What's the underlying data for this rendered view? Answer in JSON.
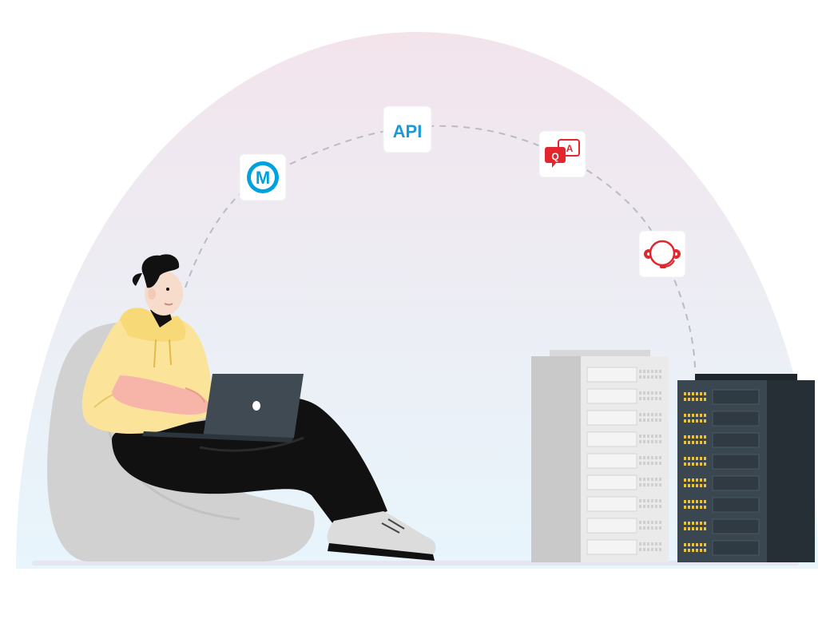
{
  "orbit_icons": [
    {
      "name": "mulesoft-icon",
      "glyph": "M"
    },
    {
      "name": "api-icon",
      "label": "API"
    },
    {
      "name": "qa-icon",
      "glyph_q": "Q",
      "glyph_a": "A"
    },
    {
      "name": "support-headset-icon"
    }
  ],
  "colors": {
    "dome_top": "#f1e6ee",
    "dome_bottom": "#eaf4fb",
    "mulesoft_blue": "#00a1df",
    "api_blue": "#1a9ad6",
    "qa_red": "#e3262d",
    "support_red": "#e3262d",
    "hoodie": "#fbe49a",
    "pants": "#111111",
    "laptop": "#3f4a52",
    "chair": "#cfcfcf",
    "server_light": "#e6e6e6",
    "server_dark": "#2f3a42",
    "server_led": "#f2c12e"
  }
}
